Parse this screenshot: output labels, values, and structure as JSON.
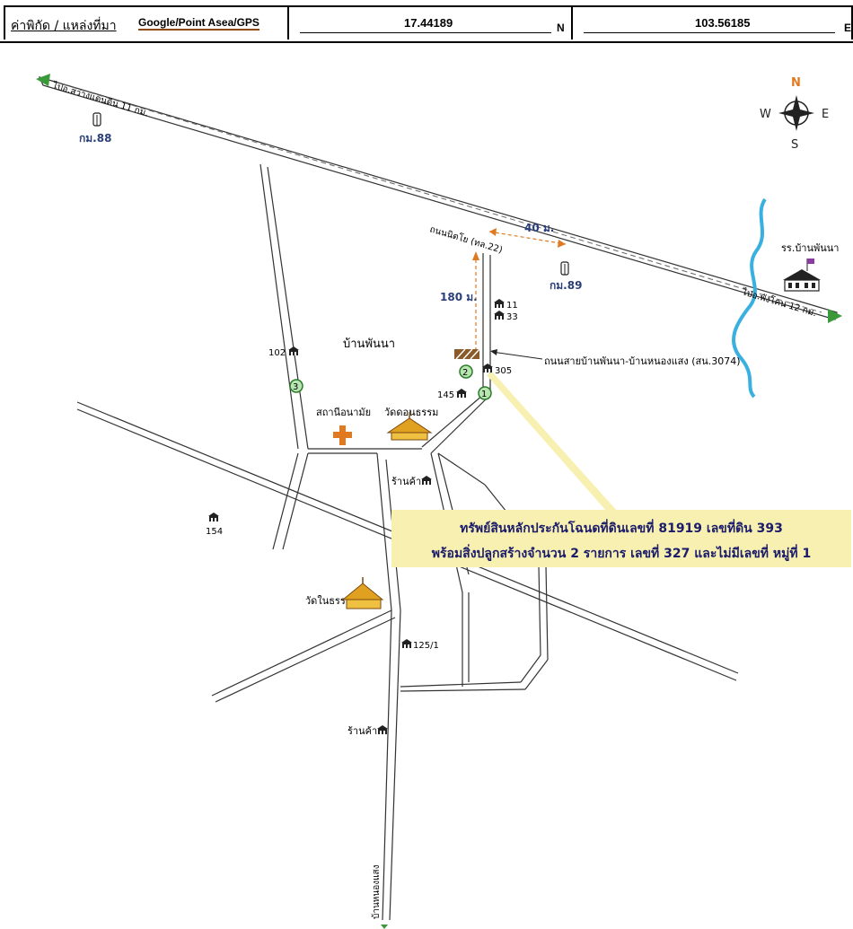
{
  "header": {
    "coord_label": "ค่าพิกัด / แหล่งที่มา",
    "source": "Google/Point Asea/GPS",
    "lat": "17.44189",
    "lat_suffix": "N",
    "lon": "103.56185",
    "lon_suffix": "E"
  },
  "labels": {
    "to_swang": "ไปอ.สว่างแดนดิน 11 กม.",
    "km88": "กม.88",
    "km89": "กม.89",
    "road_22": "ถนนนิตโย (ทล.22)",
    "dist_40": "40 ม.",
    "dist_180": "180 ม.",
    "school": "รร.บ้านพันนา",
    "to_phang": "ไปอ.พังโคน 12 กม.",
    "village": "บ้านพันนา",
    "road_3074": "ถนนสายบ้านพันนา-บ้านหนองแสง (สน.3074)",
    "health": "สถานีอนามัย",
    "wat_don": "วัดดอนธรรม",
    "wat_nai": "วัดในธรรม",
    "shop1": "ร้านค้า",
    "shop2": "ร้านค้า",
    "to_nongsaeng": "บ้านหนองแสง",
    "h11": "11",
    "h33": "33",
    "h102": "102",
    "h305": "305",
    "h145": "145",
    "h154": "154",
    "h125": "125/1",
    "m1": "1",
    "m2": "2",
    "m3": "3"
  },
  "compass": {
    "n": "N",
    "s": "S",
    "e": "E",
    "w": "W"
  },
  "callout": {
    "line1": "ทรัพย์สินหลักประกันโฉนดที่ดินเลขที่ 81919 เลขที่ดิน 393",
    "line2": "พร้อมสิ่งปลูกสร้างจำนวน 2 รายการ เลขที่ 327 และไม่มีเลขที่ หมู่ที่ 1"
  },
  "colors": {
    "road": "#333333",
    "river": "#3ab0e0",
    "marker_fill": "#b8e6b0",
    "marker_stroke": "#2c7a2c",
    "accent": "#e07a20",
    "label_blue": "#2a3f7a",
    "callout_bg": "#f7f0b0"
  }
}
